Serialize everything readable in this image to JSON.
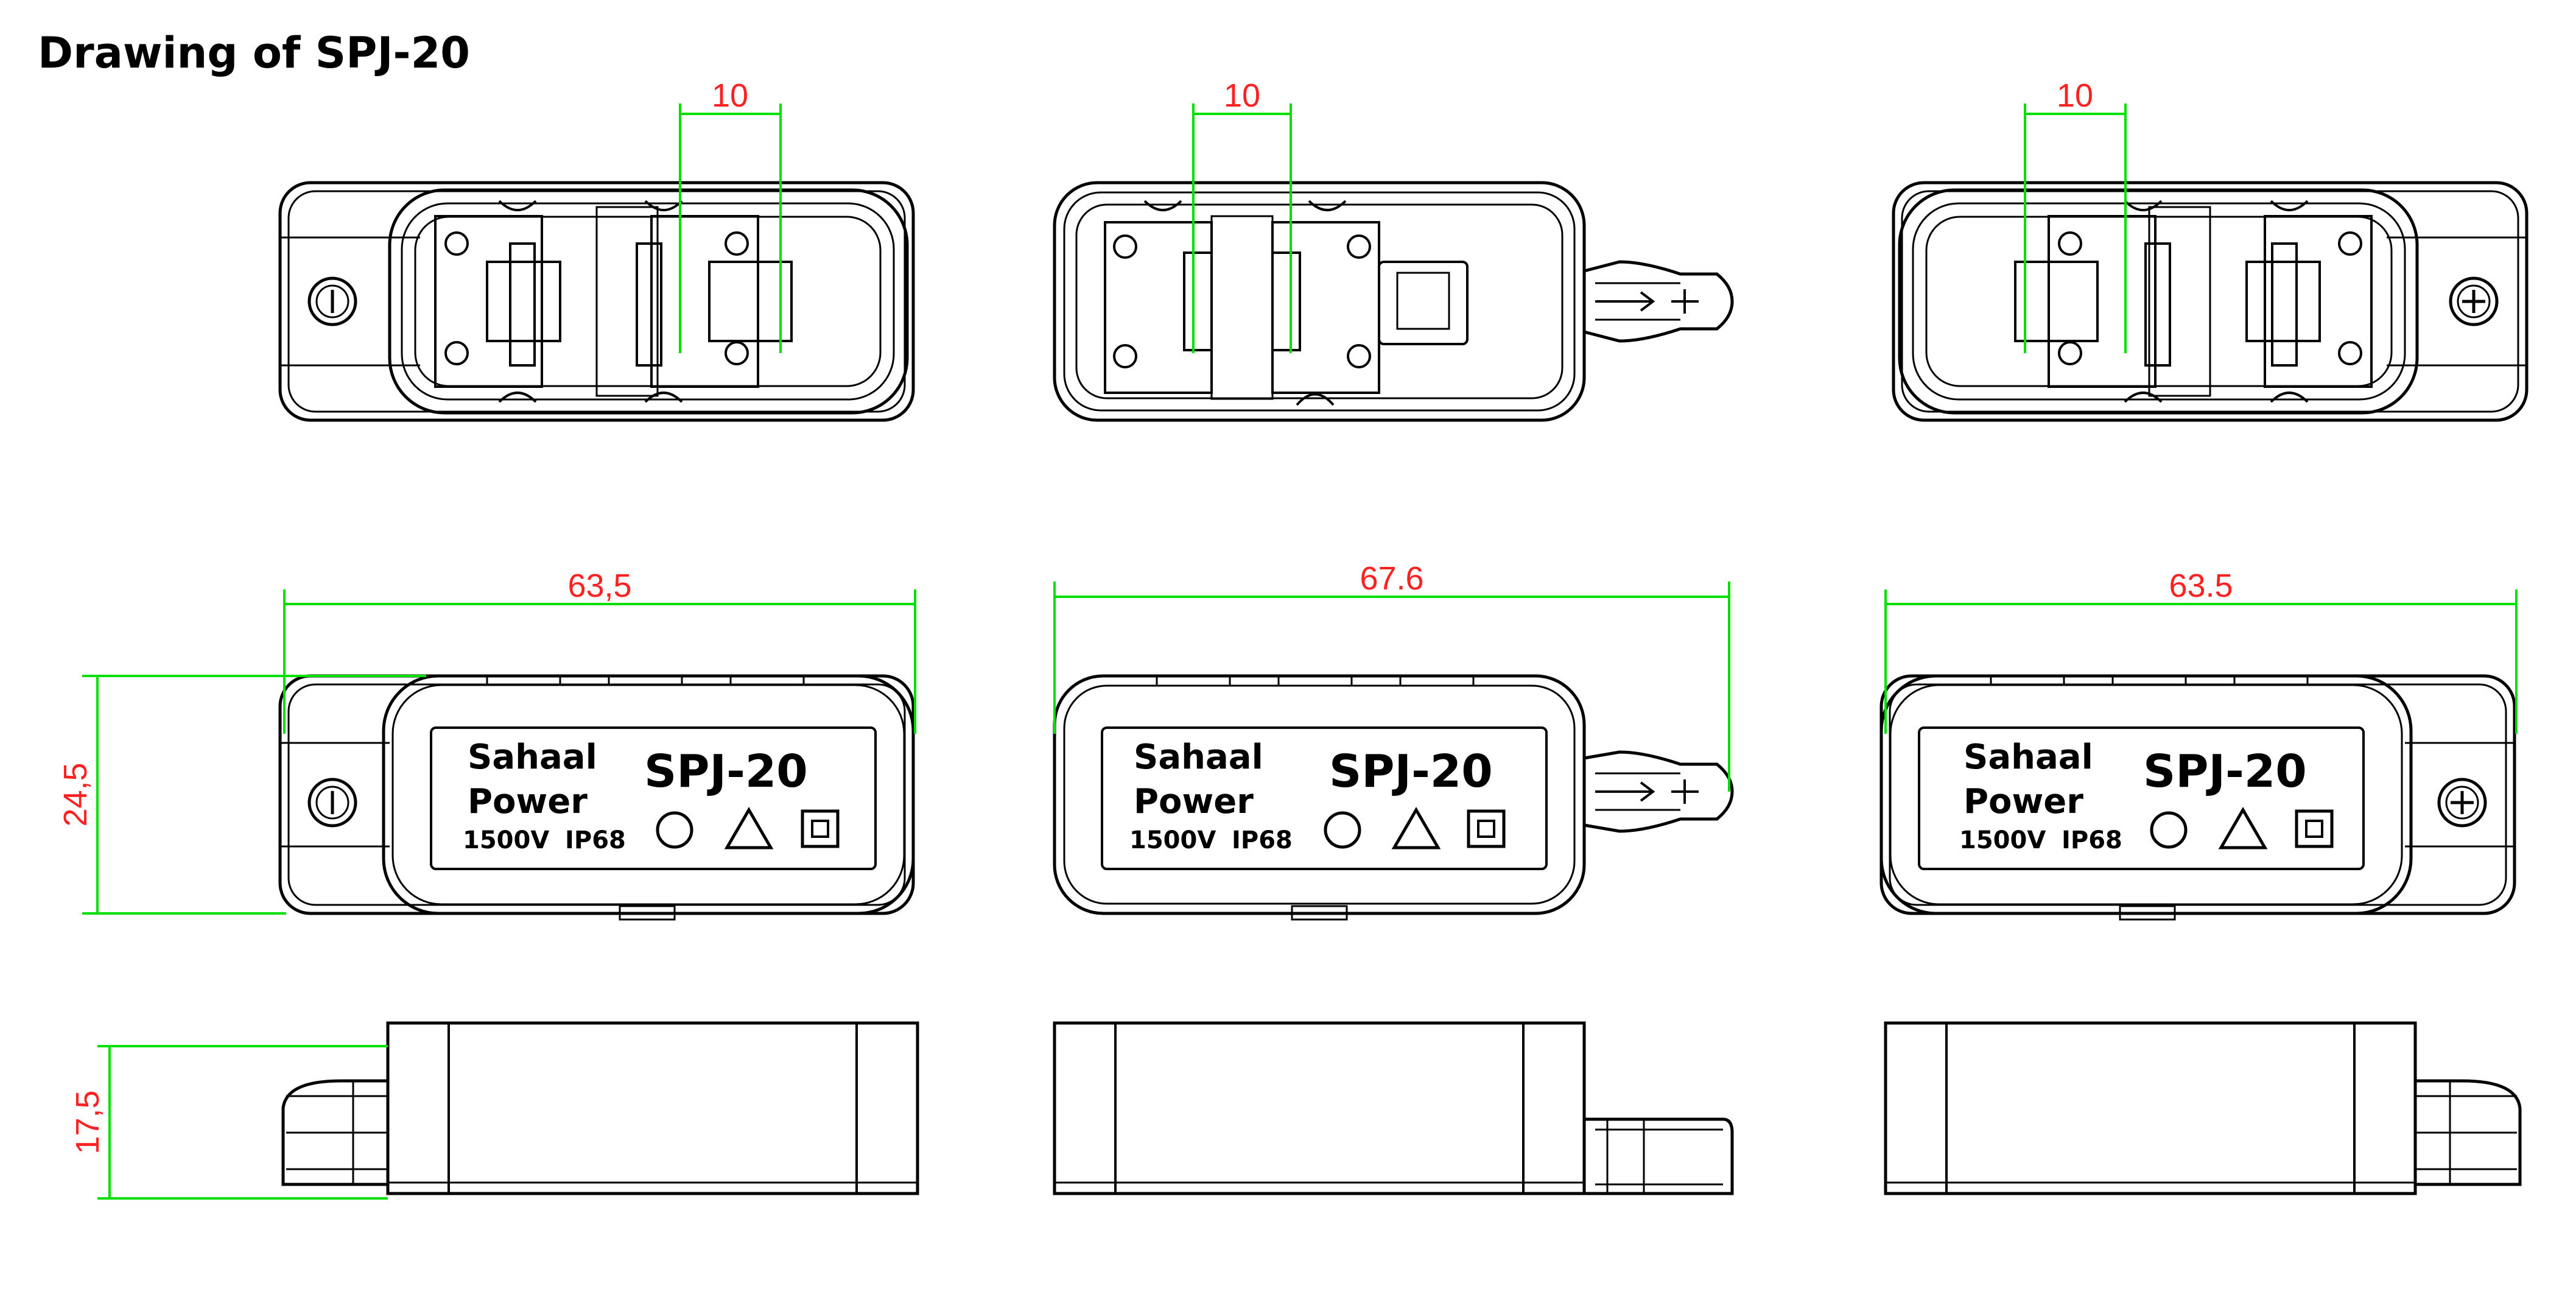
{
  "title": "Drawing of SPJ-20",
  "colors": {
    "outline": "#000000",
    "dimension_line": "#00e000",
    "dimension_text": "#ff2020"
  },
  "label": {
    "brand_line1": "Sahaal",
    "brand_line2": "Power",
    "model": "SPJ-20",
    "spec_voltage": "1500V",
    "spec_rating": "IP68"
  },
  "views": {
    "top": [
      {
        "pin_pitch": "10",
        "polarity": "minus"
      },
      {
        "pin_pitch": "10",
        "polarity": "center"
      },
      {
        "pin_pitch": "10",
        "polarity": "plus"
      }
    ],
    "front": [
      {
        "width": "63,5",
        "polarity": "minus"
      },
      {
        "width": "67.6",
        "polarity": "center"
      },
      {
        "width": "63.5",
        "polarity": "plus"
      }
    ],
    "front_height": "24,5",
    "side_height": "17,5"
  },
  "icons": [
    "minus-terminal-icon",
    "plus-terminal-icon",
    "tuv-mark-icon",
    "warning-triangle-icon",
    "double-insulation-icon",
    "positive-lead-icon"
  ]
}
